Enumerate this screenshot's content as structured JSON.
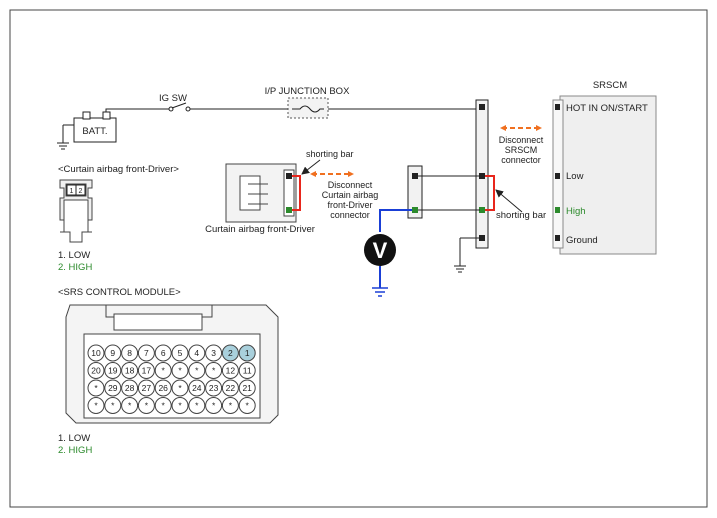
{
  "diagram": {
    "ig_sw": "IG SW",
    "ip_junction_box": "I/P JUNCTION BOX",
    "batt": "BATT.",
    "srscm_title": "SRSCM",
    "srscm_hot": "HOT IN ON/START",
    "srscm_low": "Low",
    "srscm_high": "High",
    "srscm_ground": "Ground",
    "shorting_bar_top": "shorting bar",
    "shorting_bar_right": "shorting bar",
    "disconnect_curtain": [
      "Disconnect",
      "Curtain airbag",
      "front-Driver",
      "connector"
    ],
    "disconnect_srscm": [
      "Disconnect",
      "SRSCM",
      "connector"
    ],
    "curtain_label": "Curtain airbag front-Driver",
    "voltmeter": "V",
    "curtain_connector_title": "<Curtain airbag front-Driver>",
    "curtain_connector_pins": [
      "1",
      "2"
    ],
    "curtain_legend": [
      "1. LOW",
      "2. HIGH"
    ],
    "srs_module_title": "<SRS CONTROL MODULE>",
    "srs_legend": [
      "1. LOW",
      "2. HIGH"
    ],
    "srs_pins": [
      [
        "10",
        "9",
        "8",
        "7",
        "6",
        "5",
        "4",
        "3",
        "2",
        "1"
      ],
      [
        "20",
        "19",
        "18",
        "17",
        "*",
        "*",
        "*",
        "*",
        "12",
        "11"
      ],
      [
        "*",
        "29",
        "28",
        "27",
        "26",
        "*",
        "24",
        "23",
        "22",
        "21"
      ],
      [
        "*",
        "*",
        "*",
        "*",
        "*",
        "*",
        "*",
        "*",
        "*",
        "*"
      ]
    ],
    "highlighted_pins": [
      "1",
      "2"
    ],
    "colors": {
      "red_wire": "#e8261c",
      "blue_wire": "#1a3fd6",
      "green_pin": "#2c8a2c",
      "orange_arrow": "#f07020",
      "highlight": "#a9d0dc"
    }
  }
}
